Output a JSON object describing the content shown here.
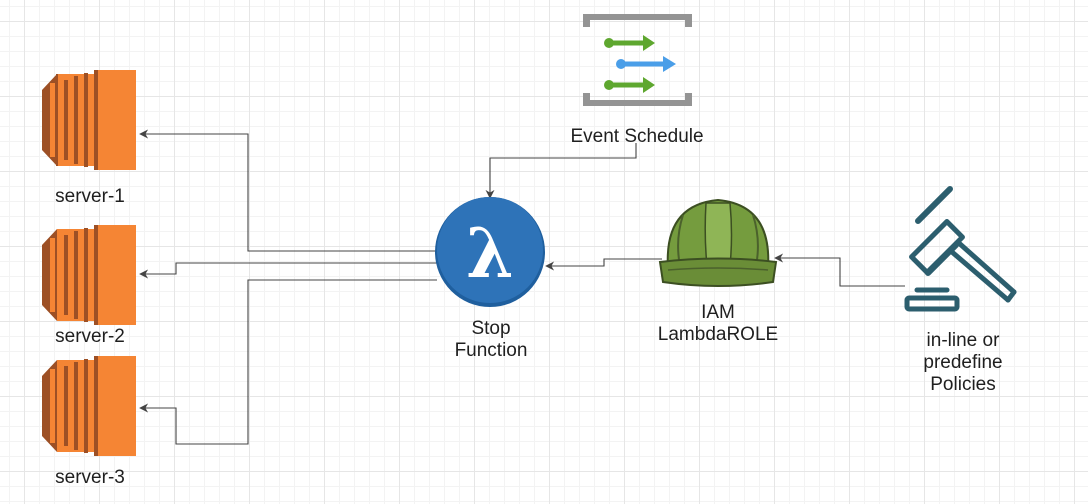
{
  "nodes": {
    "server1": {
      "label": "server-1",
      "icon": "ec2-instance-icon"
    },
    "server2": {
      "label": "server-2",
      "icon": "ec2-instance-icon"
    },
    "server3": {
      "label": "server-3",
      "icon": "ec2-instance-icon"
    },
    "stop_function": {
      "label_lines": [
        "Stop",
        "Function"
      ],
      "icon": "lambda-icon"
    },
    "event_schedule": {
      "label": "Event Schedule",
      "icon": "event-schedule-icon"
    },
    "iam_role": {
      "label_lines": [
        "IAM",
        "LambdaROLE"
      ],
      "icon": "hard-hat-icon"
    },
    "policies": {
      "label_lines": [
        "in-line or",
        "predefine",
        "Policies"
      ],
      "icon": "gavel-icon"
    }
  },
  "edges": [
    {
      "from": "event_schedule",
      "to": "stop_function"
    },
    {
      "from": "iam_role",
      "to": "stop_function"
    },
    {
      "from": "policies",
      "to": "iam_role"
    },
    {
      "from": "stop_function",
      "to": "server1"
    },
    {
      "from": "stop_function",
      "to": "server2"
    },
    {
      "from": "stop_function",
      "to": "server3"
    }
  ],
  "colors": {
    "ec2_orange": "#f58534",
    "ec2_dark": "#9d5025",
    "lambda_blue": "#2e73b8",
    "helmet_green": "#759c3e",
    "helmet_dark": "#4b612c",
    "gavel_teal": "#2c5e6e",
    "event_gray": "#949494",
    "event_green": "#5ea72f",
    "event_blue": "#4a9ee8",
    "connector": "#444444"
  }
}
